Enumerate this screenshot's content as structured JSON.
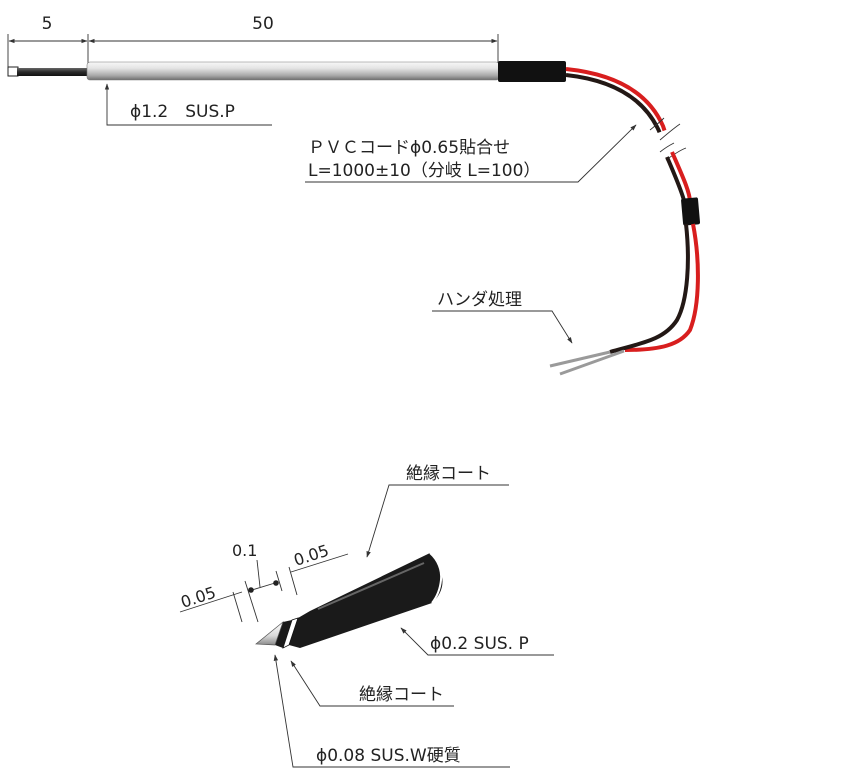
{
  "top": {
    "dim_tip": "5",
    "dim_probe": "50",
    "probe_label": "ϕ1.2　SUS.P",
    "cord_line1": "ＰＶＣコードϕ0.65貼合せ",
    "cord_line2": "L=1000±10（分岐 L=100）",
    "solder_label": "ハンダ処理"
  },
  "detail": {
    "insulation_top": "絶縁コート",
    "dim_005_right": "0.05",
    "dim_01": "0.1",
    "dim_005_left": "0.05",
    "wire_label": "ϕ0.2 SUS. P",
    "insulation_bottom": "絶縁コート",
    "tip_label": "ϕ0.08 SUS.W硬質"
  },
  "colors": {
    "red_wire": "#d81e1e",
    "black_wire": "#231815",
    "lead_ends": "#9a9a9a",
    "sheath": "#e6e6e6",
    "heat_shrink": "#111111"
  }
}
